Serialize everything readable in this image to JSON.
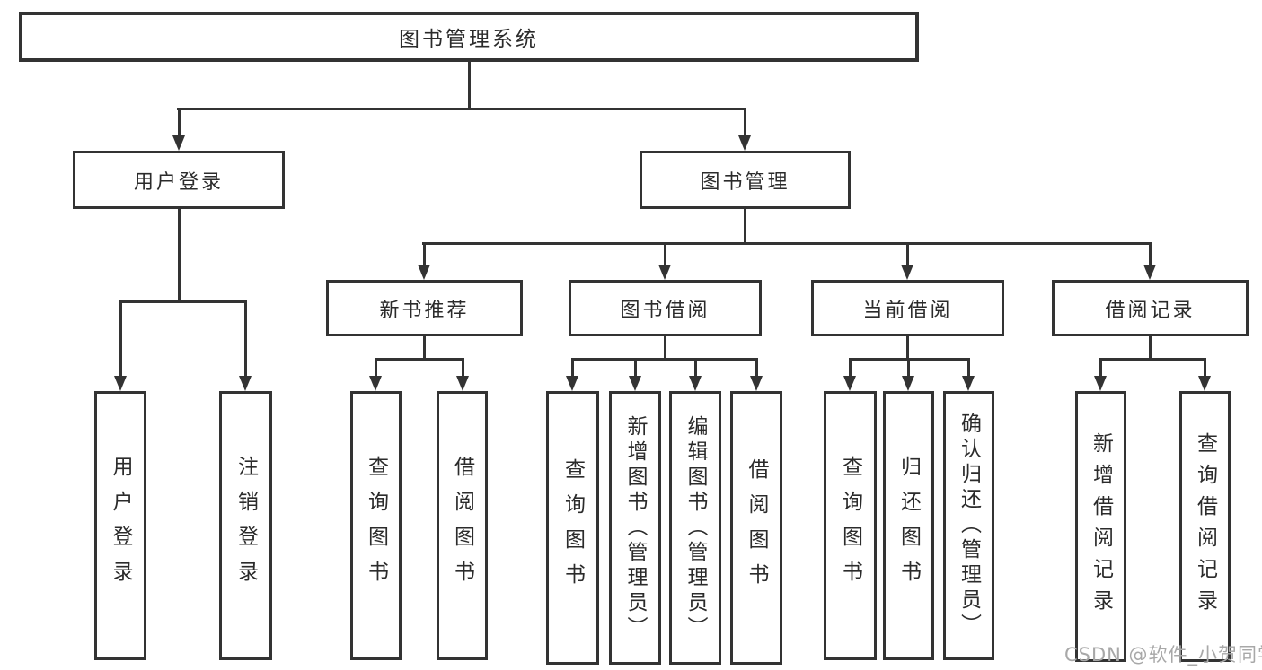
{
  "diagram": {
    "title": "图书管理系统",
    "colors": {
      "line": "#333333",
      "text": "#2b2b2b",
      "background": "#ffffff",
      "watermark": "#a8a8a8"
    },
    "nodes": {
      "root": "图书管理系统",
      "user_login": "用户登录",
      "book_mgmt": "图书管理",
      "login": "用户登录",
      "logout": "注销登录",
      "new_book_rec": "新书推荐",
      "nbr_query": "查询图书",
      "nbr_borrow": "借阅图书",
      "book_borrow": "图书借阅",
      "bb_query": "查询图书",
      "bb_add": "新增图书（管理员）",
      "bb_edit": "编辑图书（管理员）",
      "bb_borrow": "借阅图书",
      "current_borrow": "当前借阅",
      "cb_query": "查询图书",
      "cb_return": "归还图书",
      "cb_confirm": "确认归还（管理员）",
      "borrow_records": "借阅记录",
      "br_add": "新增借阅记录",
      "br_query": "查询借阅记录"
    },
    "edges": [
      [
        "root",
        "user_login"
      ],
      [
        "root",
        "book_mgmt"
      ],
      [
        "user_login",
        "login"
      ],
      [
        "user_login",
        "logout"
      ],
      [
        "book_mgmt",
        "new_book_rec"
      ],
      [
        "book_mgmt",
        "book_borrow"
      ],
      [
        "book_mgmt",
        "current_borrow"
      ],
      [
        "book_mgmt",
        "borrow_records"
      ],
      [
        "new_book_rec",
        "nbr_query"
      ],
      [
        "new_book_rec",
        "nbr_borrow"
      ],
      [
        "book_borrow",
        "bb_query"
      ],
      [
        "book_borrow",
        "bb_add"
      ],
      [
        "book_borrow",
        "bb_edit"
      ],
      [
        "book_borrow",
        "bb_borrow"
      ],
      [
        "current_borrow",
        "cb_query"
      ],
      [
        "current_borrow",
        "cb_return"
      ],
      [
        "current_borrow",
        "cb_confirm"
      ],
      [
        "borrow_records",
        "br_add"
      ],
      [
        "borrow_records",
        "br_query"
      ]
    ]
  },
  "watermark": {
    "text": "CSDN @软件_小贺同学"
  }
}
